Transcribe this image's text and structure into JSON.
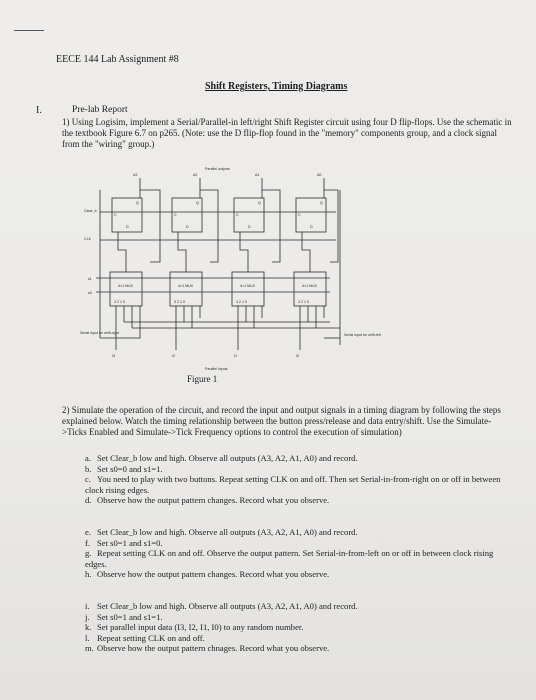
{
  "header": "EECE 144 Lab Assignment #8",
  "title": "Shift Registers, Timing Diagrams",
  "section": {
    "roman": "I.",
    "title": "Pre-lab Report"
  },
  "question1": {
    "number": "1)",
    "text": "Using Logisim, implement a Serial/Parallel-in left/right Shift Register circuit using four D flip-flops. Use the schematic in the textbook Figure 6.7 on p265. (Note: use the D flip-flop found in the \"memory\" components group, and a clock signal from the \"wiring\" group.)"
  },
  "figure": {
    "caption": "Figure 1",
    "labels": {
      "parallel_outputs": "Parallel outputs",
      "parallel_inputs": "Parallel inputs",
      "clear": "Clear_b",
      "clk": "CLK",
      "serial_left": "Serial input for shift-right",
      "serial_right": "Serial input for shift-left",
      "mux": "4×1 MUX",
      "mux_inputs": "3 2 1 0",
      "d": "D",
      "c": "C",
      "q": "Q",
      "outputs": [
        "A3",
        "A2",
        "A1",
        "A0"
      ],
      "inputs": [
        "I3",
        "I2",
        "I1",
        "I0"
      ],
      "selects": [
        "s1",
        "s0"
      ]
    }
  },
  "question2": {
    "number": "2)",
    "text": "Simulate the operation of the circuit, and record the input and output signals in a timing diagram by following the steps explained below. Watch the timing relationship between the button press/release and data entry/shift. Use the Simulate->Ticks Enabled and Simulate->Tick Frequency options to control the execution of simulation)"
  },
  "steps_a": [
    {
      "label": "a.",
      "text": "Set Clear_b low and high. Observe all outputs (A3, A2, A1, A0) and record."
    },
    {
      "label": "b.",
      "text": "Set s0=0 and s1=1."
    },
    {
      "label": "c.",
      "text": "You need to play with two buttons. Repeat setting CLK on and off. Then set Serial-in-from-right on or off in between clock rising edges."
    },
    {
      "label": "d.",
      "text": "Observe how the output pattern changes. Record what you observe."
    }
  ],
  "steps_b": [
    {
      "label": "e.",
      "text": "Set Clear_b low and high. Observe all outputs (A3, A2, A1, A0) and record."
    },
    {
      "label": "f.",
      "text": "Set s0=1 and s1=0."
    },
    {
      "label": "g.",
      "text": "Repeat setting CLK on and off. Observe the output pattern. Set Serial-in-from-left on or off in between clock rising edges."
    },
    {
      "label": "h.",
      "text": "Observe how the output pattern changes. Record what you observe."
    }
  ],
  "steps_c": [
    {
      "label": "i.",
      "text": "Set Clear_b low and high. Observe all outputs (A3, A2, A1, A0) and record."
    },
    {
      "label": "j.",
      "text": "Set s0=1 and s1=1."
    },
    {
      "label": "k.",
      "text": "Set parallel input data (I3, I2, I1, I0) to any random number."
    },
    {
      "label": "l.",
      "text": "Repeat setting CLK on and off."
    },
    {
      "label": "m.",
      "text": "Observe how the output pattern chnages. Record what you observe."
    }
  ]
}
